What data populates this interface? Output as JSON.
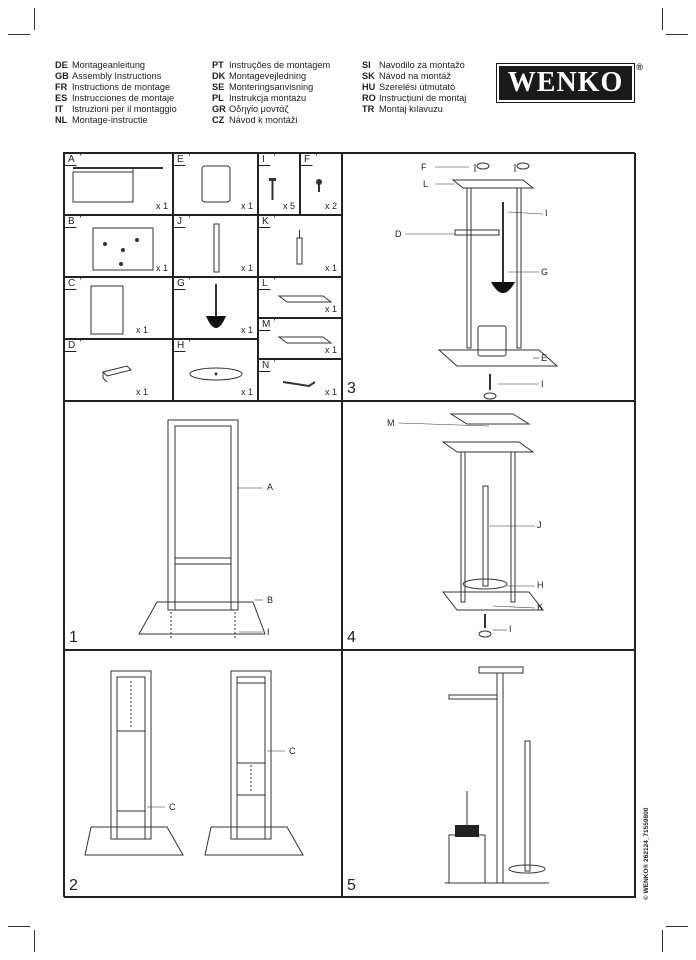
{
  "languages": {
    "col1": [
      {
        "code": "DE",
        "text": "Montageanleitung"
      },
      {
        "code": "GB",
        "text": "Assembly Instructions"
      },
      {
        "code": "FR",
        "text": "Instructions de montage"
      },
      {
        "code": "ES",
        "text": "Instrucciones de montaje"
      },
      {
        "code": "IT",
        "text": "Istruzioni per il montaggio"
      },
      {
        "code": "NL",
        "text": "Montage-instructie"
      }
    ],
    "col2": [
      {
        "code": "PT",
        "text": "Instruções de montagem"
      },
      {
        "code": "DK",
        "text": "Montagevejledning"
      },
      {
        "code": "SE",
        "text": "Monteringsanvisning"
      },
      {
        "code": "PL",
        "text": "Instrukcja montażu"
      },
      {
        "code": "GR",
        "text": "Οδηγίο μοντάζ"
      },
      {
        "code": "CZ",
        "text": "Návod k montáži"
      }
    ],
    "col3": [
      {
        "code": "SI",
        "text": "Navodilo za montažo"
      },
      {
        "code": "SK",
        "text": "Návod na montáž"
      },
      {
        "code": "HU",
        "text": "Szerelési útmutató"
      },
      {
        "code": "RO",
        "text": "Instrucțiuni de montaj"
      },
      {
        "code": "TR",
        "text": "Montaj kılavuzu"
      }
    ]
  },
  "logo": {
    "text": "WENKO",
    "reg": "®"
  },
  "parts": [
    {
      "id": "A",
      "qty": "x 1"
    },
    {
      "id": "B",
      "qty": "x 1"
    },
    {
      "id": "C",
      "qty": "x 1"
    },
    {
      "id": "D",
      "qty": "x 1"
    },
    {
      "id": "E",
      "qty": "x 1"
    },
    {
      "id": "J",
      "qty": "x 1"
    },
    {
      "id": "G",
      "qty": "x 1"
    },
    {
      "id": "H",
      "qty": "x 1"
    },
    {
      "id": "I",
      "qty": "x 5"
    },
    {
      "id": "F",
      "qty": "x 2"
    },
    {
      "id": "K",
      "qty": "x 1"
    },
    {
      "id": "L",
      "qty": "x 1"
    },
    {
      "id": "M",
      "qty": "x 1"
    },
    {
      "id": "N",
      "qty": "x 1"
    }
  ],
  "steps": {
    "s1": {
      "num": "1",
      "labels": [
        "A",
        "B",
        "I"
      ]
    },
    "s2": {
      "num": "2",
      "labels": [
        "C",
        "C"
      ]
    },
    "s3": {
      "num": "3",
      "labels": [
        "F",
        "L",
        "I",
        "D",
        "G",
        "E",
        "I"
      ]
    },
    "s4": {
      "num": "4",
      "labels": [
        "M",
        "J",
        "H",
        "K",
        "I"
      ]
    },
    "s5": {
      "num": "5"
    }
  },
  "footer": "© WENKO® 262124_71559800"
}
